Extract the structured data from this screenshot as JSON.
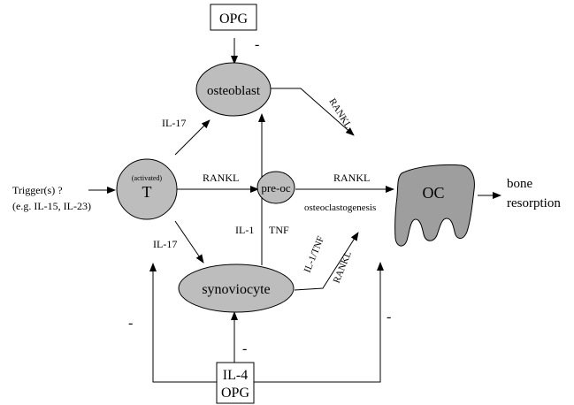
{
  "nodes": {
    "opg_top": "OPG",
    "osteoblast": "osteoblast",
    "t_cell_small": "(activated)",
    "t_cell": "T",
    "pre_oc": "pre-oc",
    "oc": "OC",
    "synoviocyte": "synoviocyte",
    "il4": "IL-4",
    "opg_bottom": "OPG"
  },
  "labels": {
    "trigger_line1": "Trigger(s) ?",
    "trigger_line2": "(e.g. IL-15, IL-23)",
    "bone_line1": "bone",
    "bone_line2": "resorption",
    "il17_top": "IL-17",
    "il17_bottom": "IL-17",
    "rankl_t": "RANKL",
    "rankl_osteoblast": "RANKL",
    "rankl_preoc": "RANKL",
    "rankl_syno": "RANKL",
    "il1_tnf_syno": "IL-1/TNF",
    "il1": "IL-1",
    "tnf": "TNF",
    "osteoclastogenesis": "osteoclastogenesis",
    "minus_opg_top": "-",
    "minus_left": "-",
    "minus_center": "-",
    "minus_right": "-"
  }
}
